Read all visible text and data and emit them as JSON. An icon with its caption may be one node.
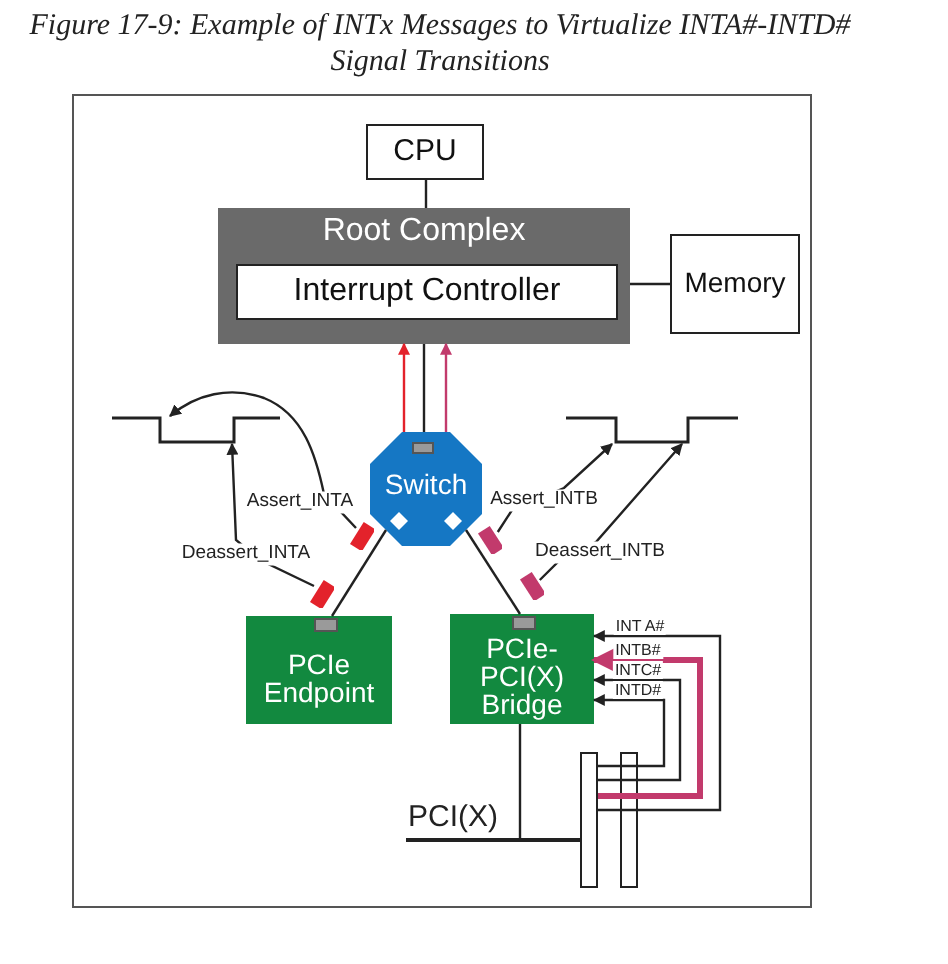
{
  "diagram": {
    "title": "Figure 17-9: Example of INTx Messages to Virtualize INTA#-INTD# Signal Transitions",
    "nodes": [
      {
        "text": [
          "CPU"
        ]
      },
      {
        "text": [
          "Root Complex"
        ]
      },
      {
        "text": [
          "Interrupt Controller"
        ],
        "in": 1
      },
      {
        "text": [
          "Memory"
        ]
      },
      {
        "text": [],
        "shape": "picture"
      },
      {
        "text": [],
        "shape": "picture"
      },
      {
        "text": [
          "Switch"
        ]
      },
      {
        "text": [],
        "shape": "box"
      },
      {
        "text": [],
        "shape": "box"
      },
      {
        "text": [],
        "shape": "box"
      },
      {
        "text": [],
        "shape": "box"
      },
      {
        "text": [
          "PCIe Endpoint"
        ]
      },
      {
        "text": [
          "PCIe-PCI(X) Bridge"
        ]
      },
      {
        "text": [],
        "shape": "line",
        "beside": [
          "PCI(X)"
        ]
      },
      {
        "text": [],
        "shape": "bar"
      },
      {
        "text": [],
        "shape": "bar"
      }
    ],
    "edges": [
      {
        "from": 0,
        "to": 1,
        "arrow": "none"
      },
      {
        "from": 1,
        "to": 3,
        "arrow": "none"
      },
      {
        "from": 6,
        "to": 1,
        "arrow": "none"
      },
      {
        "from": 6,
        "to": 1,
        "arrow": "to",
        "color": "#e3222b"
      },
      {
        "from": 6,
        "to": 1,
        "arrow": "to",
        "color": "#c23a6c"
      },
      {
        "from": 6,
        "to": 11,
        "arrow": "none"
      },
      {
        "from": 6,
        "to": 12,
        "arrow": "none"
      },
      {
        "from": 7,
        "to": 4,
        "arrow": "to",
        "label": "Assert_INTA"
      },
      {
        "from": 9,
        "to": 4,
        "arrow": "to",
        "label": "Deassert_INTA"
      },
      {
        "from": 8,
        "to": 5,
        "arrow": "to",
        "label": "Assert_INTB"
      },
      {
        "from": 10,
        "to": 5,
        "arrow": "to",
        "label": "Deassert_INTB"
      },
      {
        "from": 12,
        "to": 13,
        "arrow": "none"
      },
      {
        "from": 14,
        "to": 12,
        "arrow": "to",
        "label": "INT A#"
      },
      {
        "from": 14,
        "to": 12,
        "arrow": "to",
        "label": "INTB#",
        "style": "thick",
        "color": "#c23a6c"
      },
      {
        "from": 14,
        "to": 12,
        "arrow": "to",
        "label": "INTC#"
      },
      {
        "from": 14,
        "to": 12,
        "arrow": "to",
        "label": "INTD#"
      }
    ]
  }
}
